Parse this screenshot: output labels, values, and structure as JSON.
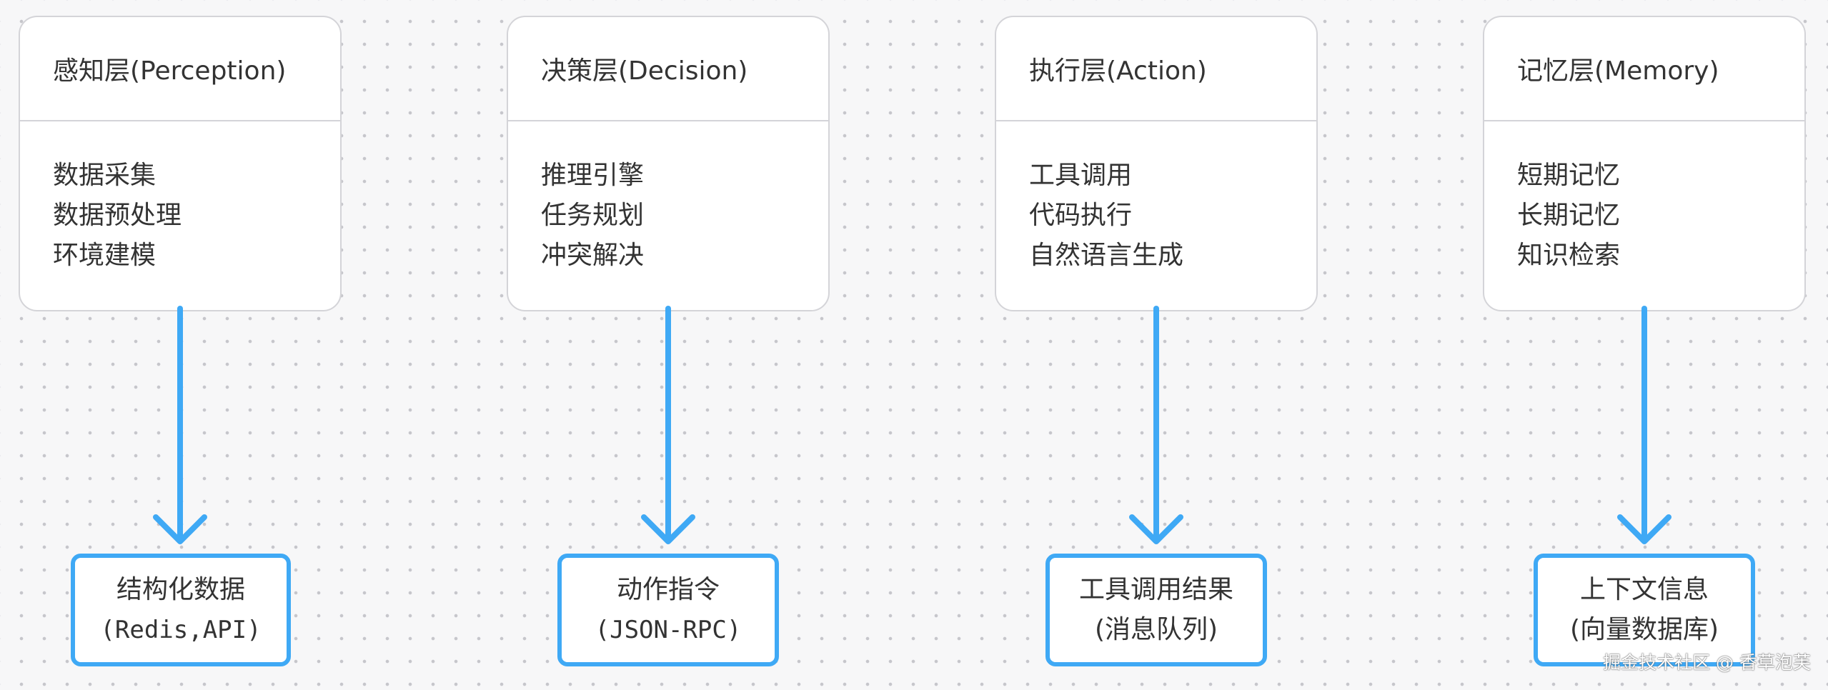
{
  "layers": [
    {
      "title": "感知层(Perception)",
      "items": [
        "数据采集",
        "数据预处理",
        "环境建模"
      ],
      "output": [
        "结构化数据",
        "(Redis,API)"
      ]
    },
    {
      "title": "决策层(Decision)",
      "items": [
        "推理引擎",
        "任务规划",
        "冲突解决"
      ],
      "output": [
        "动作指令",
        "(JSON-RPC)"
      ]
    },
    {
      "title": "执行层(Action)",
      "items": [
        "工具调用",
        "代码执行",
        "自然语言生成"
      ],
      "output": [
        "工具调用结果",
        "(消息队列)"
      ]
    },
    {
      "title": "记忆层(Memory)",
      "items": [
        "短期记忆",
        "长期记忆",
        "知识检索"
      ],
      "output": [
        "上下文信息",
        "(向量数据库)"
      ]
    }
  ],
  "colors": {
    "arrow": "#3fa9f5",
    "output_border": "#3fa9f5",
    "card_border": "#d4d4d8",
    "background": "#f7f7f8"
  },
  "watermark": "掘金技术社区 @ 香草泡芙"
}
